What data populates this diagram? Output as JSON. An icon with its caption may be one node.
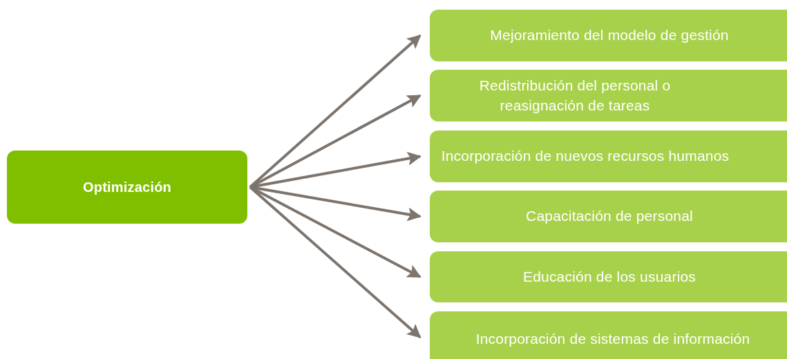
{
  "diagram": {
    "nodes": [
      {
        "text": [
          "Optimización"
        ]
      },
      {
        "text": [
          "Mejoramiento del modelo de gestión"
        ]
      },
      {
        "text": [
          "Redistribución del personal o reasignación de tareas"
        ]
      },
      {
        "text": [
          "Incorporación de nuevos recursos humanos"
        ]
      },
      {
        "text": [
          "Capacitación de personal"
        ]
      },
      {
        "text": [
          "Educación de los usuarios"
        ]
      },
      {
        "text": [
          "Incorporación de sistemas de información"
        ]
      }
    ],
    "edges": [
      {
        "from": 0,
        "to": 1,
        "arrow": "to"
      },
      {
        "from": 0,
        "to": 2,
        "arrow": "to"
      },
      {
        "from": 0,
        "to": 3,
        "arrow": "to"
      },
      {
        "from": 0,
        "to": 4,
        "arrow": "to"
      },
      {
        "from": 0,
        "to": 5,
        "arrow": "to"
      },
      {
        "from": 0,
        "to": 6,
        "arrow": "to"
      }
    ]
  }
}
